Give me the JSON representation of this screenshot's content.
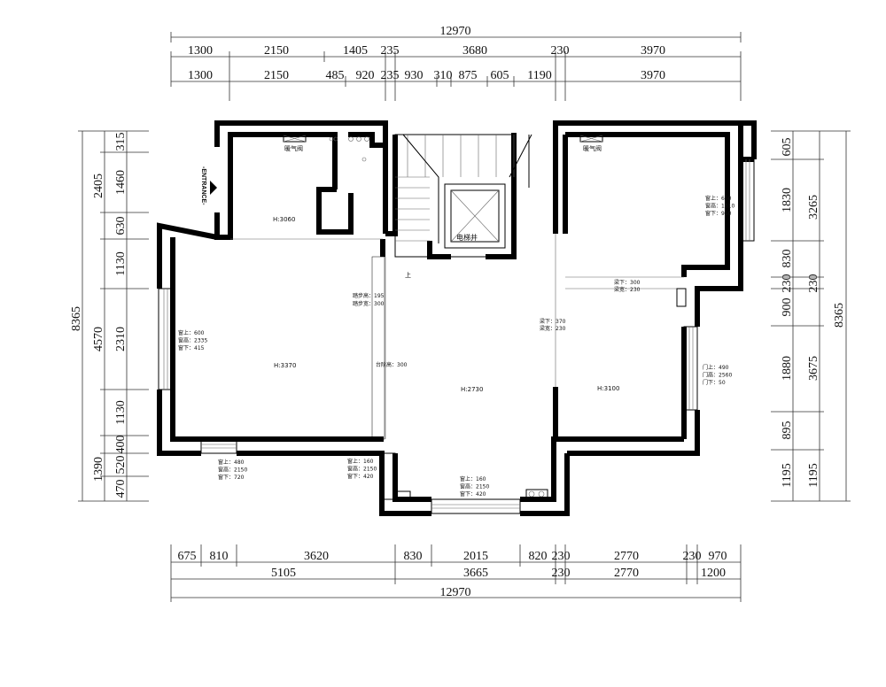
{
  "dimensions": {
    "top_total": "12970",
    "top_row1": [
      "1300",
      "2150",
      "1405",
      "235",
      "3680",
      "230",
      "3970"
    ],
    "top_row2": [
      "1300",
      "2150",
      "485",
      "920",
      "235",
      "930",
      "310",
      "875",
      "605",
      "1190",
      "3970"
    ],
    "bottom_row1": [
      "675",
      "810",
      "3620",
      "830",
      "2015",
      "820",
      "230",
      "2770",
      "230",
      "970"
    ],
    "bottom_row2": [
      "5105",
      "3665",
      "230",
      "2770",
      "1200"
    ],
    "bottom_total": "12970",
    "left_total": "8365",
    "left_row1": [
      "2405",
      "4570",
      "1390"
    ],
    "left_row2": [
      "315",
      "1460",
      "630",
      "1130",
      "2310",
      "1130",
      "400",
      "520",
      "470"
    ],
    "right_total": "8365",
    "right_row1": [
      "605",
      "1830",
      "830",
      "230",
      "900",
      "1880",
      "895",
      "1195"
    ],
    "right_row2": [
      "3265",
      "230",
      "3675",
      "1195"
    ]
  },
  "labels": {
    "entrance": "-ENTRANCE-",
    "stair_up": "上",
    "elevator": "电梯井",
    "vent_left": "暖气阀",
    "vent_right": "暖气阀",
    "h_top_left": "H:3060",
    "h_left": "H:3370",
    "h_center": "H:2730",
    "h_right": "H:3100",
    "step_height": "踏步高：195",
    "step_width": "踏步宽：300",
    "sill_height": "台阶高：300",
    "beam_right_1": "梁下：300",
    "beam_right_2": "梁宽：230",
    "beam_mid_1": "梁下：370",
    "beam_mid_2": "梁宽：230"
  },
  "notes": {
    "window_right_top": [
      "窗上：650",
      "窗高：1610",
      "窗下：950"
    ],
    "window_left": [
      "窗上：600",
      "窗高：2335",
      "窗下：415"
    ],
    "door_right": [
      "门上：490",
      "门高：2560",
      "门下：50"
    ],
    "window_bottom_left": [
      "窗上：480",
      "窗高：2150",
      "窗下：720"
    ],
    "window_bottom_mid": [
      "窗上：160",
      "窗高：2150",
      "窗下：420"
    ],
    "window_bottom_center": [
      "窗上：160",
      "窗高：2150",
      "窗下：420"
    ]
  }
}
